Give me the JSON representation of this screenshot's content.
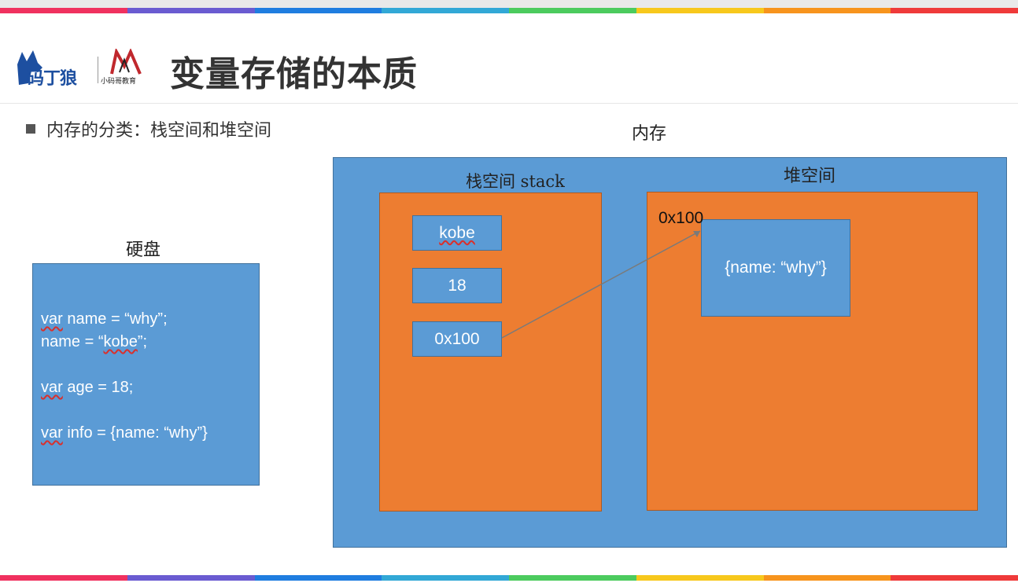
{
  "stripe_colors": [
    "#f0315f",
    "#6a5bd1",
    "#1f7de0",
    "#32a8d6",
    "#4ccb5e",
    "#f7c81c",
    "#f7941d",
    "#ef3a3a"
  ],
  "logo": {
    "brand_text": "码丁狼",
    "sub_text": "小码哥教育"
  },
  "title": "变量存储的本质",
  "bullet": "内存的分类：栈空间和堆空间",
  "disk": {
    "label": "硬盘",
    "code_lines": [
      {
        "kw": "var",
        "rest": " name = “why”;"
      },
      {
        "kw": "",
        "rest": "name = “kobe”;"
      },
      {
        "kw": "",
        "rest": ""
      },
      {
        "kw": "var",
        "rest": " age = 18;"
      },
      {
        "kw": "",
        "rest": ""
      },
      {
        "kw": "var",
        "rest": " info = {name: “why”}"
      }
    ]
  },
  "memory": {
    "label": "内存",
    "stack": {
      "label": "栈空间 stack",
      "cells": [
        "kobe",
        "18",
        "0x100"
      ]
    },
    "heap": {
      "label": "堆空间",
      "address": "0x100",
      "object": "{name: “why”}"
    }
  },
  "colors": {
    "blue": "#5b9bd5",
    "orange": "#ed7d31",
    "connector": "#7a7a7a"
  }
}
